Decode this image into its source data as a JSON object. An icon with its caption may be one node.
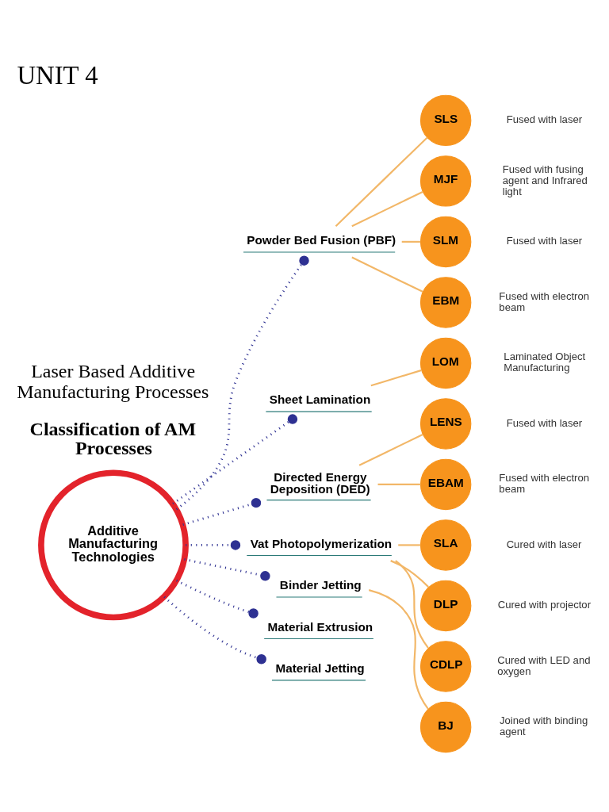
{
  "diagram": {
    "title": "UNIT 4",
    "nodes": [
      {
        "text": [
          "Additive Manufacturing Technologies"
        ]
      },
      {
        "text": [
          "Powder Bed Fusion (PBF)"
        ]
      },
      {
        "text": [
          "SLS"
        ],
        "beside": [
          "Fused with laser"
        ]
      },
      {
        "text": [
          "MJF"
        ],
        "beside": [
          "Fused with fusing agent and Infrared light"
        ]
      },
      {
        "text": [
          "SLM"
        ],
        "beside": [
          "Fused with laser"
        ]
      },
      {
        "text": [
          "EBM"
        ],
        "beside": [
          "Fused with electron beam"
        ]
      },
      {
        "text": [
          "Sheet Lamination"
        ]
      },
      {
        "text": [
          "LOM"
        ],
        "beside": [
          "Laminated Object Manufacturing"
        ]
      },
      {
        "text": [
          "Directed Energy Deposition (DED)"
        ]
      },
      {
        "text": [
          "LENS"
        ],
        "beside": [
          "Fused with laser"
        ]
      },
      {
        "text": [
          "EBAM"
        ],
        "beside": [
          "Fused with electron beam"
        ]
      },
      {
        "text": [
          "Vat Photopolymerization"
        ]
      },
      {
        "text": [
          "SLA"
        ],
        "beside": [
          "Cured with laser"
        ]
      },
      {
        "text": [
          "DLP"
        ],
        "beside": [
          "Cured with projector"
        ]
      },
      {
        "text": [
          "CDLP"
        ],
        "beside": [
          "Cured with LED and oxygen"
        ]
      },
      {
        "text": [
          "Binder Jetting"
        ]
      },
      {
        "text": [
          "BJ"
        ],
        "beside": [
          "Joined with binding agent"
        ]
      },
      {
        "text": [
          "Material Extrusion"
        ]
      },
      {
        "text": [
          "Material Jetting"
        ]
      }
    ],
    "edges": [
      {
        "from": 0,
        "to": 1,
        "arrow": "other",
        "style": "dashed",
        "color": "#2e3192"
      },
      {
        "from": 1,
        "to": 2,
        "arrow": "none"
      },
      {
        "from": 1,
        "to": 3,
        "arrow": "none"
      },
      {
        "from": 1,
        "to": 4,
        "arrow": "none"
      },
      {
        "from": 1,
        "to": 5,
        "arrow": "none"
      },
      {
        "from": 0,
        "to": 6,
        "arrow": "other",
        "style": "dashed",
        "color": "#2e3192"
      },
      {
        "from": 6,
        "to": 7,
        "arrow": "none"
      },
      {
        "from": 0,
        "to": 8,
        "arrow": "other",
        "style": "dashed",
        "color": "#2e3192"
      },
      {
        "from": 8,
        "to": 9,
        "arrow": "none"
      },
      {
        "from": 8,
        "to": 10,
        "arrow": "none"
      },
      {
        "from": 0,
        "to": 11,
        "arrow": "other",
        "style": "dashed",
        "color": "#2e3192"
      },
      {
        "from": 11,
        "to": 12,
        "arrow": "none"
      },
      {
        "from": 11,
        "to": 13,
        "arrow": "none"
      },
      {
        "from": 11,
        "to": 14,
        "arrow": "none"
      },
      {
        "from": 0,
        "to": 15,
        "arrow": "other",
        "style": "dashed",
        "color": "#2e3192"
      },
      {
        "from": 15,
        "to": 16,
        "arrow": "none"
      },
      {
        "from": 0,
        "to": 17,
        "arrow": "other",
        "style": "dashed",
        "color": "#2e3192"
      },
      {
        "from": 0,
        "to": 18,
        "arrow": "other",
        "style": "dashed",
        "color": "#2e3192"
      }
    ],
    "labels": [
      "Laser Based Additive Manufacturing Processes",
      "Classification of AM Processes"
    ]
  }
}
